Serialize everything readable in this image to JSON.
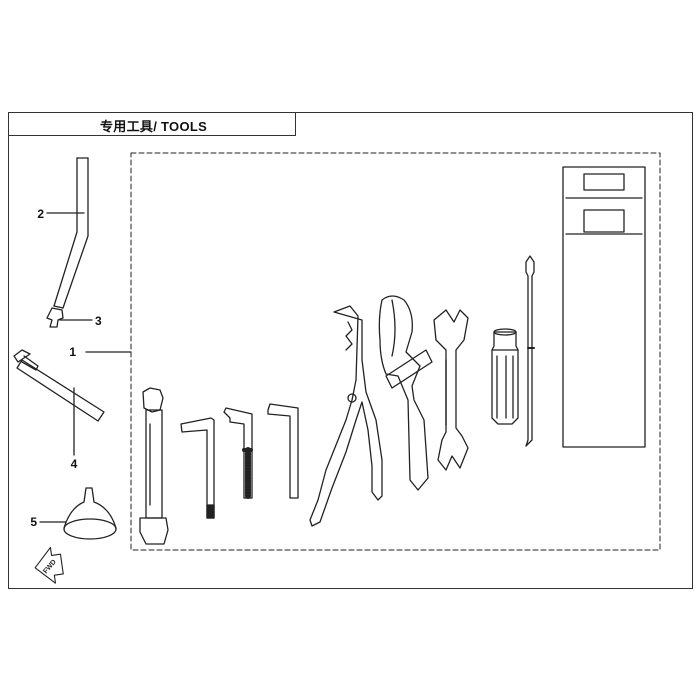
{
  "title": "专用工具/ TOOLS",
  "callouts": [
    "1",
    "2",
    "3",
    "4",
    "5"
  ],
  "icons": {
    "direction_arrow": "fwd-arrow-icon",
    "arrow_text": "FWD"
  }
}
